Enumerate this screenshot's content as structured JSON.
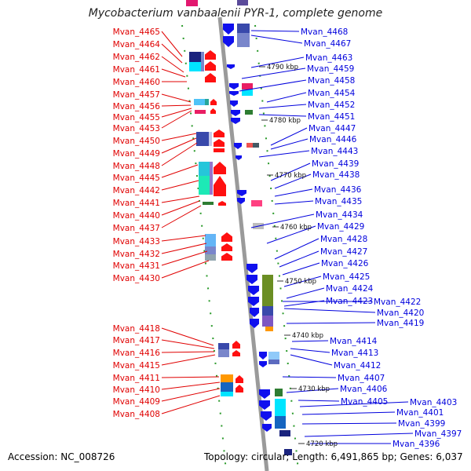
{
  "title": "Mycobacterium vanbaalenii PYR-1, complete genome",
  "footer": {
    "accession": "Accession: NC_008726",
    "summary": "Topology: circular; Length: 6,491,865 bp; Genes: 6,037"
  },
  "colors": {
    "forward_labels": "#e00000",
    "reverse_labels": "#0000dd",
    "backbone": "#999999",
    "ticks": "#1f8a1f"
  },
  "left_genes": [
    "Mvan_4465",
    "Mvan_4464",
    "Mvan_4462",
    "Mvan_4461",
    "Mvan_4460",
    "Mvan_4457",
    "Mvan_4456",
    "Mvan_4455",
    "Mvan_4453",
    "Mvan_4450",
    "Mvan_4449",
    "Mvan_4448",
    "Mvan_4445",
    "Mvan_4442",
    "Mvan_4441",
    "Mvan_4440",
    "Mvan_4437",
    "Mvan_4433",
    "Mvan_4432",
    "Mvan_4431",
    "Mvan_4430",
    "Mvan_4418",
    "Mvan_4417",
    "Mvan_4416",
    "Mvan_4415",
    "Mvan_4411",
    "Mvan_4410",
    "Mvan_4409",
    "Mvan_4408"
  ],
  "right_genes_a": [
    "Mvan_4468",
    "Mvan_4467",
    "Mvan_4463",
    "Mvan_4459",
    "Mvan_4458",
    "Mvan_4454",
    "Mvan_4452",
    "Mvan_4451",
    "Mvan_4447",
    "Mvan_4446",
    "Mvan_4443",
    "Mvan_4439",
    "Mvan_4438",
    "Mvan_4436",
    "Mvan_4435",
    "Mvan_4434",
    "Mvan_4429",
    "Mvan_4428",
    "Mvan_4427",
    "Mvan_4426",
    "Mvan_4425",
    "Mvan_4424",
    "Mvan_4423",
    "Mvan_4414",
    "Mvan_4413",
    "Mvan_4412",
    "Mvan_4407",
    "Mvan_4406",
    "Mvan_4405"
  ],
  "right_genes_b": [
    "Mvan_4422",
    "Mvan_4420",
    "Mvan_4419",
    "Mvan_4403",
    "Mvan_4401",
    "Mvan_4399",
    "Mvan_4397",
    "Mvan_4396"
  ],
  "kbp_labels": [
    "4790 kbp",
    "4780 kbp",
    "4770 kbp",
    "4760 kbp",
    "4750 kbp",
    "4740 kbp",
    "4730 kbp",
    "4720 kbp"
  ]
}
